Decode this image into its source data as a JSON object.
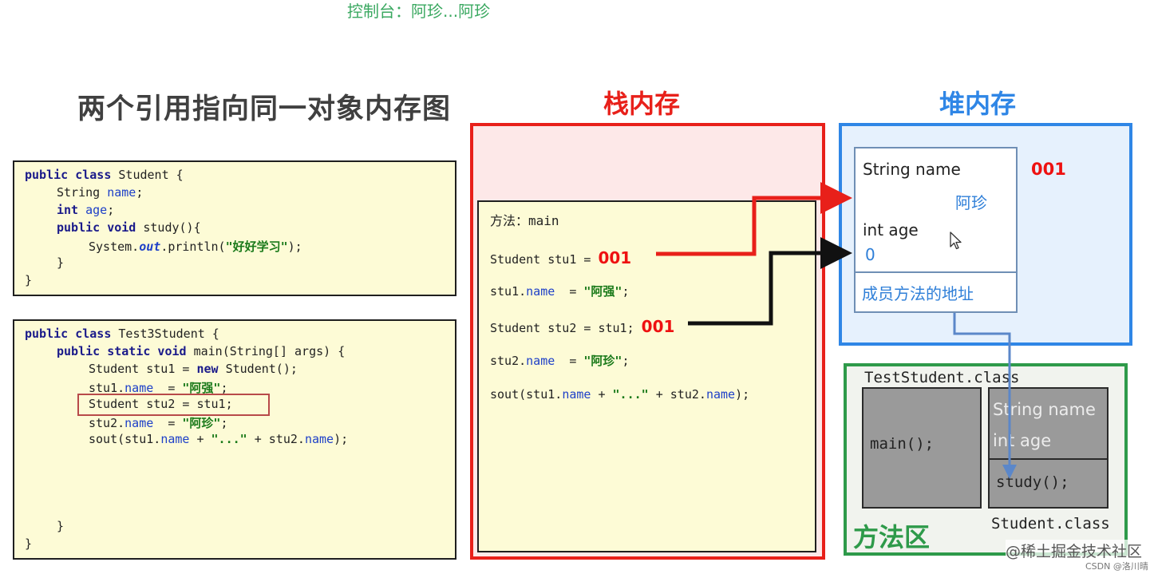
{
  "top_caption": "控制台：阿珍...阿珍",
  "title": "两个引用指向同一对象内存图",
  "code1": {
    "l1_kw": "public class",
    "l1_rest": " Student {",
    "l2_type": "String ",
    "l2_field": "name",
    "l2_end": ";",
    "l3_kw": "int",
    "l3_field": " age",
    "l3_end": ";",
    "l4_kw": "public void",
    "l4_rest": " study(){",
    "l5_a": "System.",
    "l5_b": "out",
    "l5_c": ".println(",
    "l5_d": "\"好好学习\"",
    "l5_e": ");",
    "l6": "}",
    "l7": "}"
  },
  "code2": {
    "l1_kw": "public class",
    "l1_rest": " Test3Student {",
    "l2_kw": "public static void",
    "l2_rest": " main(String[] args) {",
    "l3_a": "Student stu1 = ",
    "l3_kw": "new",
    "l3_b": " Student();",
    "l4_a": "stu1.",
    "l4_f": "name",
    "l4_b": "  = ",
    "l4_s": "\"阿强\"",
    "l4_c": ";",
    "l5": "Student stu2 = stu1;",
    "l6_a": "stu2.",
    "l6_f": "name",
    "l6_b": "  = ",
    "l6_s": "\"阿珍\"",
    "l6_c": ";",
    "l7_a": "sout(stu1.",
    "l7_f1": "name",
    "l7_b": " + ",
    "l7_s": "\"...\"",
    "l7_c": " + stu2.",
    "l7_f2": "name",
    "l7_d": ");",
    "l8": "}",
    "l9": "}"
  },
  "stack": {
    "title": "栈内存",
    "method": "方法：main",
    "s1_a": "Student stu1 = ",
    "s1_addr": "001",
    "s2_a": "stu1.",
    "s2_f": "name",
    "s2_b": "  = ",
    "s2_s": "\"阿强\"",
    "s2_c": ";",
    "s3_a": "Student stu2 = stu1; ",
    "s3_addr": "001",
    "s4_a": "stu2.",
    "s4_f": "name",
    "s4_b": "  = ",
    "s4_s": "\"阿珍\"",
    "s4_c": ";",
    "s5_a": "sout(stu1.",
    "s5_f1": "name",
    "s5_b": " + ",
    "s5_s": "\"...\"",
    "s5_c": " + stu2.",
    "s5_f2": "name",
    "s5_d": ");"
  },
  "heap": {
    "title": "堆内存",
    "field1": "String name",
    "value1": "阿珍",
    "field2": "int age",
    "value2": "0",
    "methods_addr": "成员方法的地址",
    "addr": "001"
  },
  "method_area": {
    "title": "方法区",
    "test_class": "TestStudent.class",
    "main": "main();",
    "field1": "String name",
    "field2": "int age",
    "study": "study();",
    "student_class": "Student.class"
  },
  "watermark": "@稀土掘金技术社区",
  "credit": "CSDN @洛川晴",
  "colors": {
    "stack_border": "#e8201a",
    "heap_border": "#2f86e6",
    "method_area_border": "#2e9a4a",
    "red_text": "#e8201a",
    "blue_text": "#2f7fd8",
    "code_bg": "#fdfbd6"
  }
}
